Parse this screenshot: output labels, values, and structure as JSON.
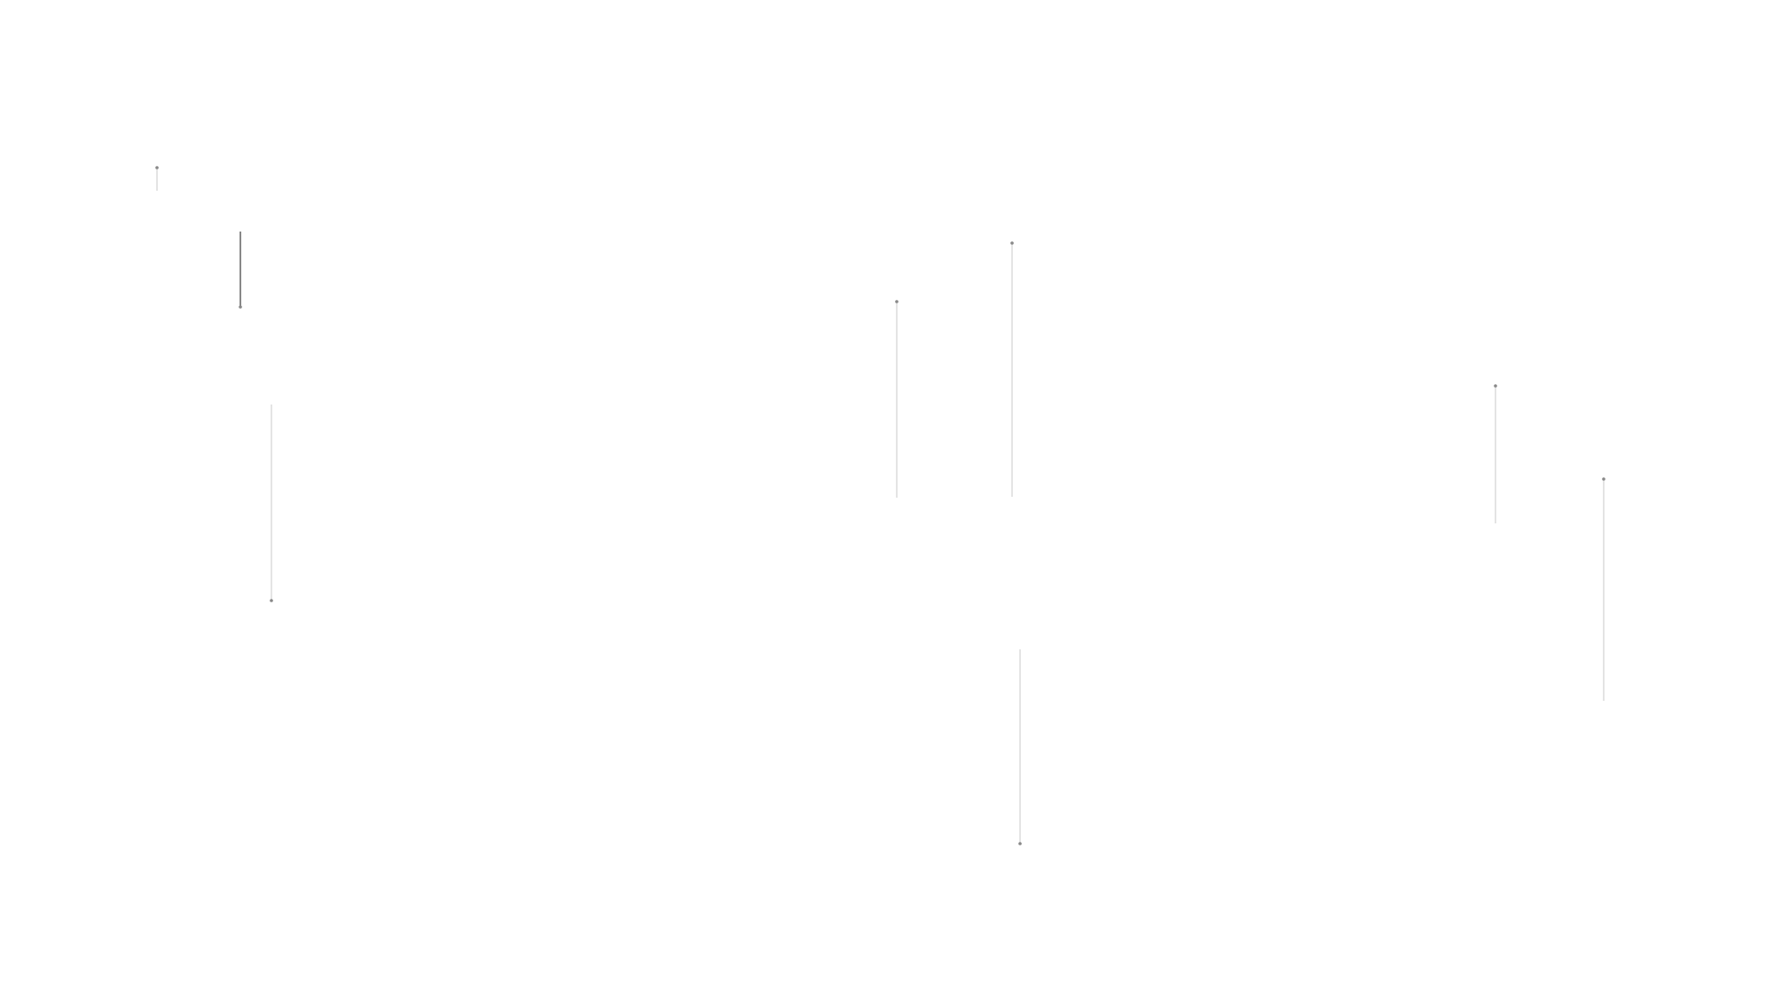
{
  "colors": {
    "background": "#ffffff",
    "thin_line": "#c8c8c8",
    "dark_line": "#555555",
    "dot": "#888888"
  },
  "markers": [
    {
      "name": "marker-1",
      "tone": "thin_line",
      "dot_end": "top"
    },
    {
      "name": "marker-2",
      "tone": "dark_line",
      "dot_end": "bottom"
    },
    {
      "name": "marker-3",
      "tone": "thin_line",
      "dot_end": "bottom"
    },
    {
      "name": "marker-4",
      "tone": "thin_line",
      "dot_end": "top"
    },
    {
      "name": "marker-5",
      "tone": "thin_line",
      "dot_end": "top"
    },
    {
      "name": "marker-6",
      "tone": "thin_line",
      "dot_end": "bottom"
    },
    {
      "name": "marker-7",
      "tone": "thin_line",
      "dot_end": "top"
    },
    {
      "name": "marker-8",
      "tone": "thin_line",
      "dot_end": "top"
    }
  ]
}
